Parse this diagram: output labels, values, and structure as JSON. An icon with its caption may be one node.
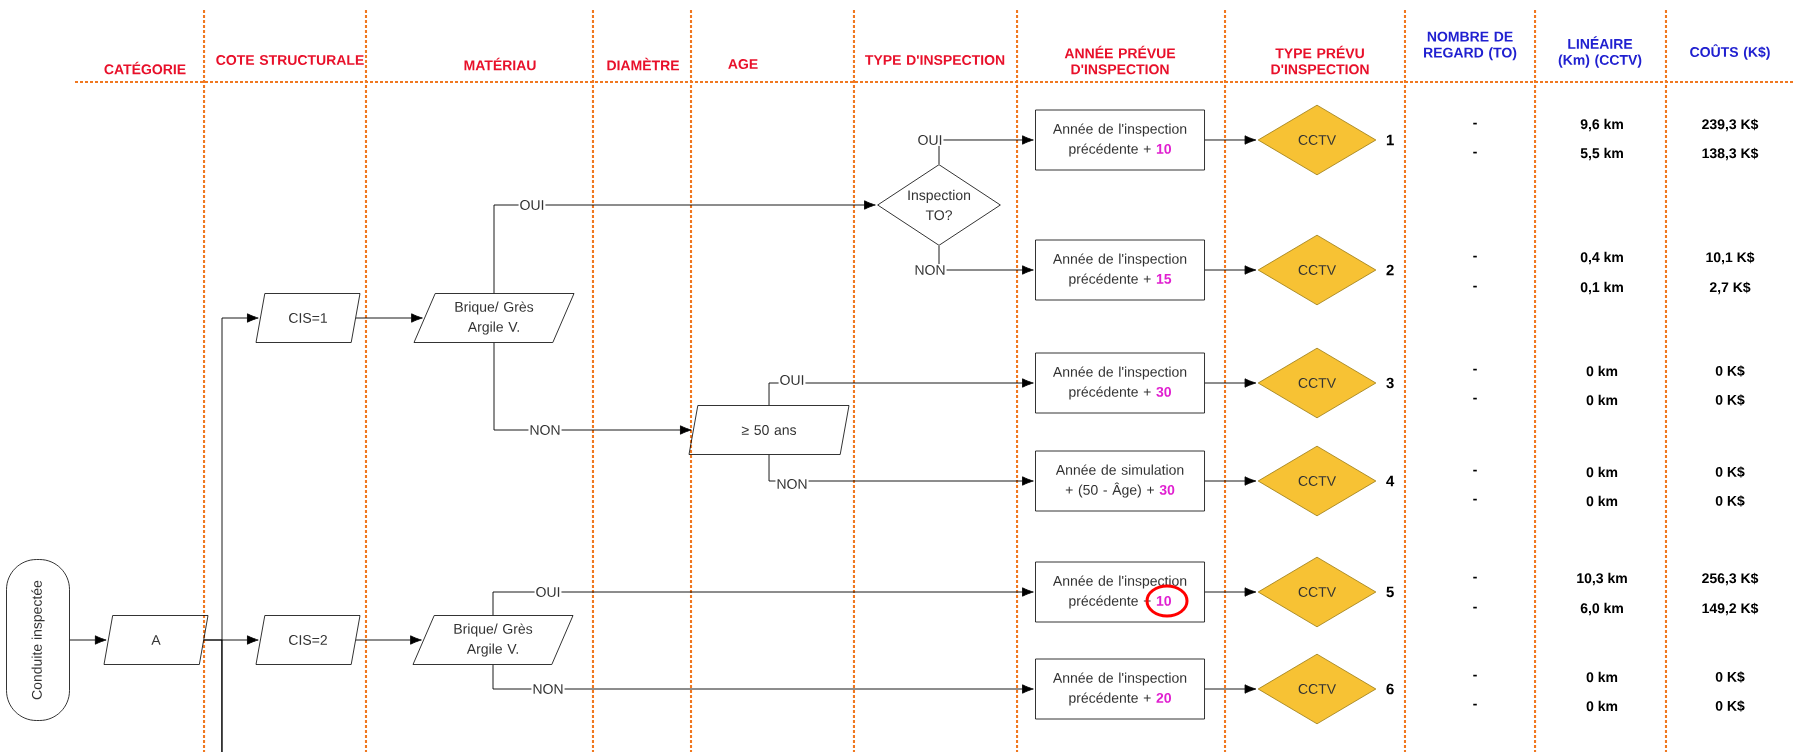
{
  "diagram": {
    "nodes": [
      {
        "text": [
          "Conduite inspectée"
        ]
      },
      {
        "text": [
          "A"
        ]
      },
      {
        "text": [
          "CIS=1"
        ]
      },
      {
        "text": [
          "CIS=2"
        ]
      },
      {
        "text": [
          "Brique/ Grès Argile V."
        ]
      },
      {
        "text": [
          "Brique/ Grès Argile V."
        ]
      },
      {
        "text": [
          "≥ 50 ans"
        ]
      },
      {
        "text": [
          "Inspection TO?"
        ]
      },
      {
        "text": [
          "Année de l'inspection précédente +",
          "10"
        ]
      },
      {
        "text": [
          "Année de l'inspection précédente +",
          "15"
        ]
      },
      {
        "text": [
          "Année de l'inspection précédente +",
          "30"
        ]
      },
      {
        "text": [
          "Année de simulation + (50 - Âge) +",
          "30"
        ]
      },
      {
        "text": [
          "Année de l'inspection précédente +",
          "10"
        ]
      },
      {
        "text": [
          "Année de l'inspection précédente +",
          "20"
        ]
      },
      {
        "text": [
          "CCTV"
        ],
        "beside": [
          "1"
        ]
      },
      {
        "text": [
          "CCTV"
        ],
        "beside": [
          "2"
        ]
      },
      {
        "text": [
          "CCTV"
        ],
        "beside": [
          "3"
        ]
      },
      {
        "text": [
          "CCTV"
        ],
        "beside": [
          "4"
        ]
      },
      {
        "text": [
          "CCTV"
        ],
        "beside": [
          "5"
        ]
      },
      {
        "text": [
          "CCTV"
        ],
        "beside": [
          "6"
        ]
      }
    ],
    "edges": [
      {
        "from": 0,
        "to": 1,
        "arrow": "to"
      },
      {
        "from": 1,
        "to": 2,
        "arrow": "to"
      },
      {
        "from": 1,
        "to": 3,
        "arrow": "to"
      },
      {
        "from": 2,
        "to": 4,
        "arrow": "to"
      },
      {
        "from": 3,
        "to": 5,
        "arrow": "to"
      },
      {
        "from": 4,
        "to": 7,
        "arrow": "to",
        "label": "OUI"
      },
      {
        "from": 4,
        "to": 6,
        "arrow": "to",
        "label": "NON"
      },
      {
        "from": 7,
        "to": 8,
        "arrow": "to",
        "label": "OUI"
      },
      {
        "from": 7,
        "to": 9,
        "arrow": "to",
        "label": "NON"
      },
      {
        "from": 6,
        "to": 10,
        "arrow": "to",
        "label": "OUI"
      },
      {
        "from": 6,
        "to": 11,
        "arrow": "to",
        "label": "NON"
      },
      {
        "from": 5,
        "to": 12,
        "arrow": "to",
        "label": "OUI"
      },
      {
        "from": 5,
        "to": 13,
        "arrow": "to",
        "label": "NON"
      },
      {
        "from": 8,
        "to": 14,
        "arrow": "to"
      },
      {
        "from": 9,
        "to": 15,
        "arrow": "to"
      },
      {
        "from": 10,
        "to": 16,
        "arrow": "to"
      },
      {
        "from": 11,
        "to": 17,
        "arrow": "to"
      },
      {
        "from": 12,
        "to": 18,
        "arrow": "to"
      },
      {
        "from": 13,
        "to": 19,
        "arrow": "to"
      }
    ],
    "labels": [
      "CATÉGORIE",
      "COTE STRUCTURALE",
      "MATÉRIAU",
      "DIAMÈTRE",
      "AGE",
      "TYPE D'INSPECTION",
      "ANNÉE PRÉVUE D'INSPECTION",
      "TYPE PRÉVU D'INSPECTION",
      "NOMBRE DE REGARD (TO)",
      "LINÉAIRE (Km) (CCTV)",
      "COÛTS (K$)",
      "-",
      "9,6 km",
      "239,3 K$",
      "-",
      "5,5 km",
      "138,3 K$",
      "-",
      "0,4 km",
      "10,1 K$",
      "-",
      "0,1 km",
      "2,7 K$",
      "-",
      "0 km",
      "0 K$",
      "-",
      "0 km",
      "0 K$",
      "-",
      "0 km",
      "0 K$",
      "-",
      "0 km",
      "0 K$",
      "-",
      "10,3 km",
      "256,3 K$",
      "-",
      "6,0 km",
      "149,2 K$",
      "-",
      "0 km",
      "0 K$",
      "-",
      "0 km",
      "0 K$"
    ]
  }
}
